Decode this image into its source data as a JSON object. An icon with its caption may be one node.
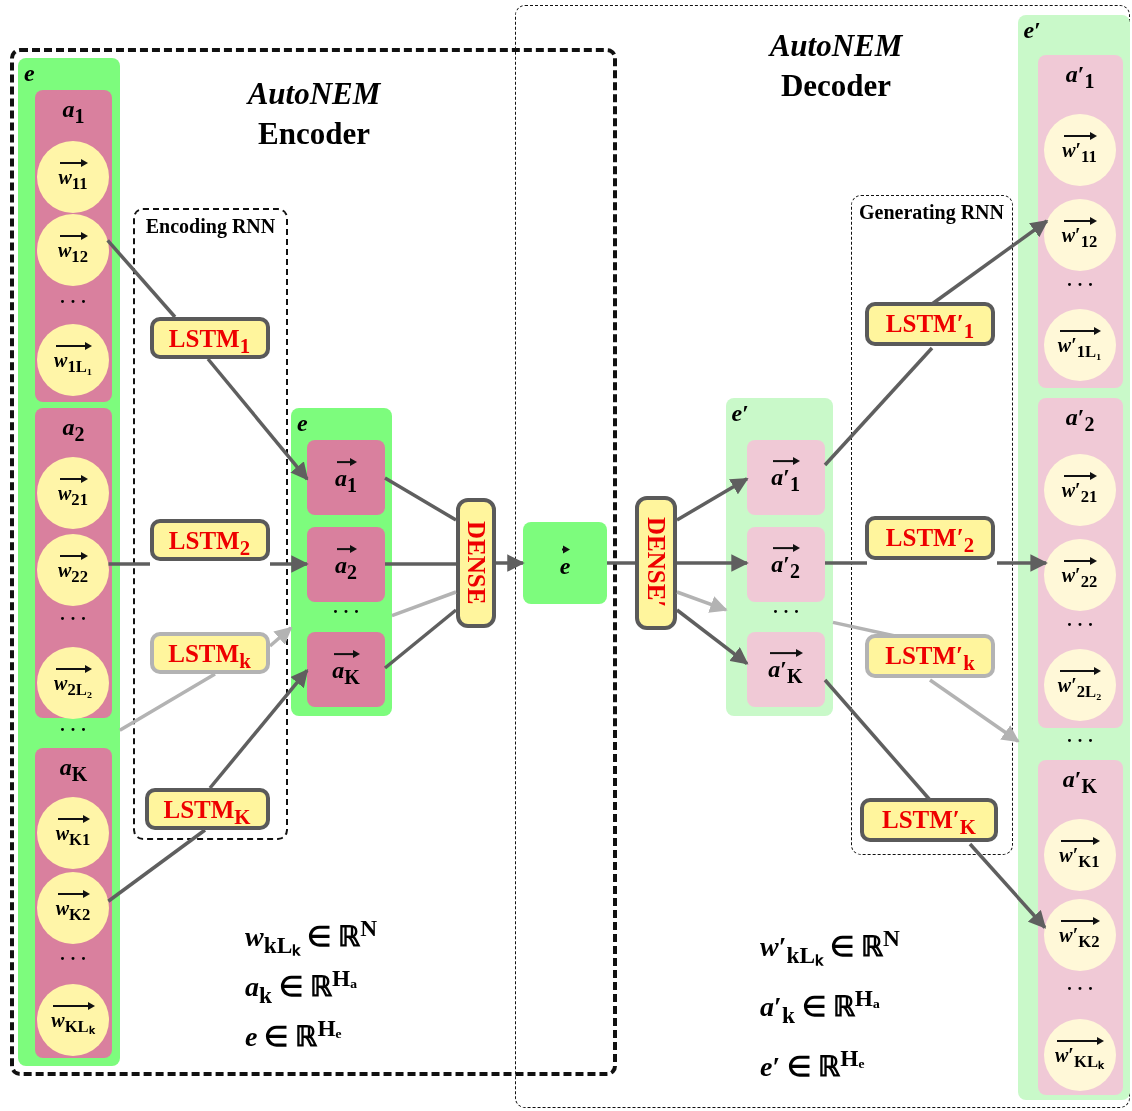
{
  "diagram": {
    "nodes": [
      {
        "text": [
          "*AutoNEM* Encoder"
        ]
      },
      {
        "text": [
          "*e*"
        ],
        "in": 0
      },
      {
        "text": [
          "*a*$_{1}$"
        ],
        "in": 1
      },
      {
        "text": [
          "*w*$_{11}$"
        ],
        "in": 2
      },
      {
        "text": [
          "*w*$_{12}$"
        ],
        "in": 2
      },
      {
        "text": [
          "*w*$_{1L₁}$"
        ],
        "in": 2
      },
      {
        "text": [
          "*a*$_{2}$"
        ],
        "in": 1
      },
      {
        "text": [
          "*w*$_{21}$"
        ],
        "in": 6
      },
      {
        "text": [
          "*w*$_{22}$"
        ],
        "in": 6
      },
      {
        "text": [
          "*w*$_{2L₂}$"
        ],
        "in": 6
      },
      {
        "text": [
          "*a*$_{K}$"
        ],
        "in": 1
      },
      {
        "text": [
          "*w*$_{K1}$"
        ],
        "in": 10
      },
      {
        "text": [
          "*w*$_{K2}$"
        ],
        "in": 10
      },
      {
        "text": [
          "*w*$_{KLₖ}$"
        ],
        "in": 10
      },
      {
        "text": [
          "Encoding RNN"
        ],
        "in": 0
      },
      {
        "text": [
          "LSTM$_{1}$"
        ],
        "in": 14
      },
      {
        "text": [
          "LSTM$_{2}$"
        ],
        "in": 14
      },
      {
        "text": [
          "LSTM$_{k}$"
        ],
        "in": 14
      },
      {
        "text": [
          "LSTM$_{K}$"
        ],
        "in": 14
      },
      {
        "text": [
          "*e*"
        ],
        "in": 0
      },
      {
        "text": [
          "*a*$_{1}$"
        ],
        "in": 19
      },
      {
        "text": [
          "*a*$_{2}$"
        ],
        "in": 19
      },
      {
        "text": [
          "*a*$_{K}$"
        ],
        "in": 19
      },
      {
        "text": [
          "DENSE"
        ],
        "in": 0
      },
      {
        "text": [
          "*e*"
        ]
      },
      {
        "text": [
          "*AutoNEM* Decoder"
        ]
      },
      {
        "text": [
          "DENSE′"
        ],
        "in": 25
      },
      {
        "text": [
          "*e*′"
        ],
        "in": 25
      },
      {
        "text": [
          "*a*′$_{1}$"
        ],
        "in": 27
      },
      {
        "text": [
          "*a*′$_{2}$"
        ],
        "in": 27
      },
      {
        "text": [
          "*a*′$_{K}$"
        ],
        "in": 27
      },
      {
        "text": [
          "Generating RNN"
        ],
        "in": 25
      },
      {
        "text": [
          "LSTM′$_{1}$"
        ],
        "in": 31
      },
      {
        "text": [
          "LSTM′$_{2}$"
        ],
        "in": 31
      },
      {
        "text": [
          "LSTM′$_{k}$"
        ],
        "in": 31
      },
      {
        "text": [
          "LSTM′$_{K}$"
        ],
        "in": 31
      },
      {
        "text": [
          "*e*′"
        ],
        "in": 25
      },
      {
        "text": [
          "*a*′$_{1}$"
        ],
        "in": 36
      },
      {
        "text": [
          "*w*′$_{11}$"
        ],
        "in": 37
      },
      {
        "text": [
          "*w*′$_{12}$"
        ],
        "in": 37
      },
      {
        "text": [
          "*w*′$_{1L₁}$"
        ],
        "in": 37
      },
      {
        "text": [
          "*a*′$_{2}$"
        ],
        "in": 36
      },
      {
        "text": [
          "*w*′$_{21}$"
        ],
        "in": 41
      },
      {
        "text": [
          "*w*′$_{22}$"
        ],
        "in": 41
      },
      {
        "text": [
          "*w*′$_{2L₂}$"
        ],
        "in": 41
      },
      {
        "text": [
          "*a*′$_{K}$"
        ],
        "in": 36
      },
      {
        "text": [
          "*w*′$_{K1}$"
        ],
        "in": 45
      },
      {
        "text": [
          "*w*′$_{K2}$"
        ],
        "in": 45
      },
      {
        "text": [
          "*w*′$_{KLₖ}$"
        ],
        "in": 45
      }
    ],
    "edges": [
      {
        "from": 4,
        "to": 15,
        "arrow": "none"
      },
      {
        "from": 15,
        "to": 20,
        "arrow": "to"
      },
      {
        "from": 8,
        "to": 16,
        "arrow": "none"
      },
      {
        "from": 16,
        "to": 21,
        "arrow": "to"
      },
      {
        "from": 1,
        "to": 17,
        "arrow": "none",
        "color": "#b3b3b3"
      },
      {
        "from": 17,
        "to": 19,
        "arrow": "to",
        "color": "#b3b3b3"
      },
      {
        "from": 12,
        "to": 18,
        "arrow": "none"
      },
      {
        "from": 18,
        "to": 22,
        "arrow": "to"
      },
      {
        "from": 20,
        "to": 23,
        "arrow": "none"
      },
      {
        "from": 21,
        "to": 23,
        "arrow": "none"
      },
      {
        "from": 19,
        "to": 23,
        "arrow": "none",
        "color": "#b3b3b3"
      },
      {
        "from": 22,
        "to": 23,
        "arrow": "none"
      },
      {
        "from": 23,
        "to": 24,
        "arrow": "to"
      },
      {
        "from": 24,
        "to": 26,
        "arrow": "none"
      },
      {
        "from": 26,
        "to": 28,
        "arrow": "to"
      },
      {
        "from": 26,
        "to": 29,
        "arrow": "to"
      },
      {
        "from": 26,
        "to": 27,
        "arrow": "to",
        "color": "#b3b3b3"
      },
      {
        "from": 26,
        "to": 30,
        "arrow": "to"
      },
      {
        "from": 28,
        "to": 32,
        "arrow": "none"
      },
      {
        "from": 32,
        "to": 39,
        "arrow": "to"
      },
      {
        "from": 29,
        "to": 33,
        "arrow": "none"
      },
      {
        "from": 33,
        "to": 43,
        "arrow": "to"
      },
      {
        "from": 27,
        "to": 34,
        "arrow": "none",
        "color": "#b3b3b3"
      },
      {
        "from": 34,
        "to": 36,
        "arrow": "to",
        "color": "#b3b3b3"
      },
      {
        "from": 30,
        "to": 35,
        "arrow": "none"
      },
      {
        "from": 35,
        "to": 47,
        "arrow": "to"
      }
    ],
    "labels": [
      "· · ·",
      "· · ·",
      "· · ·",
      "· · ·",
      "· · ·",
      "· · ·",
      "· · ·",
      "· · ·",
      "· · ·",
      "· · ·",
      "*w*$_{kLₖ}$ ∈ ℝ$^{N}$",
      "*a*$_{k}$ ∈ ℝ$^{Hₐ}$",
      "*e* ∈ ℝ$^{Hₑ}$",
      "*w*′$_{kLₖ}$ ∈ ℝ$^{N}$",
      "*a*′$_{k}$ ∈ ℝ$^{Hₐ}$",
      "*e*′ ∈ ℝ$^{Hₑ}$"
    ]
  }
}
